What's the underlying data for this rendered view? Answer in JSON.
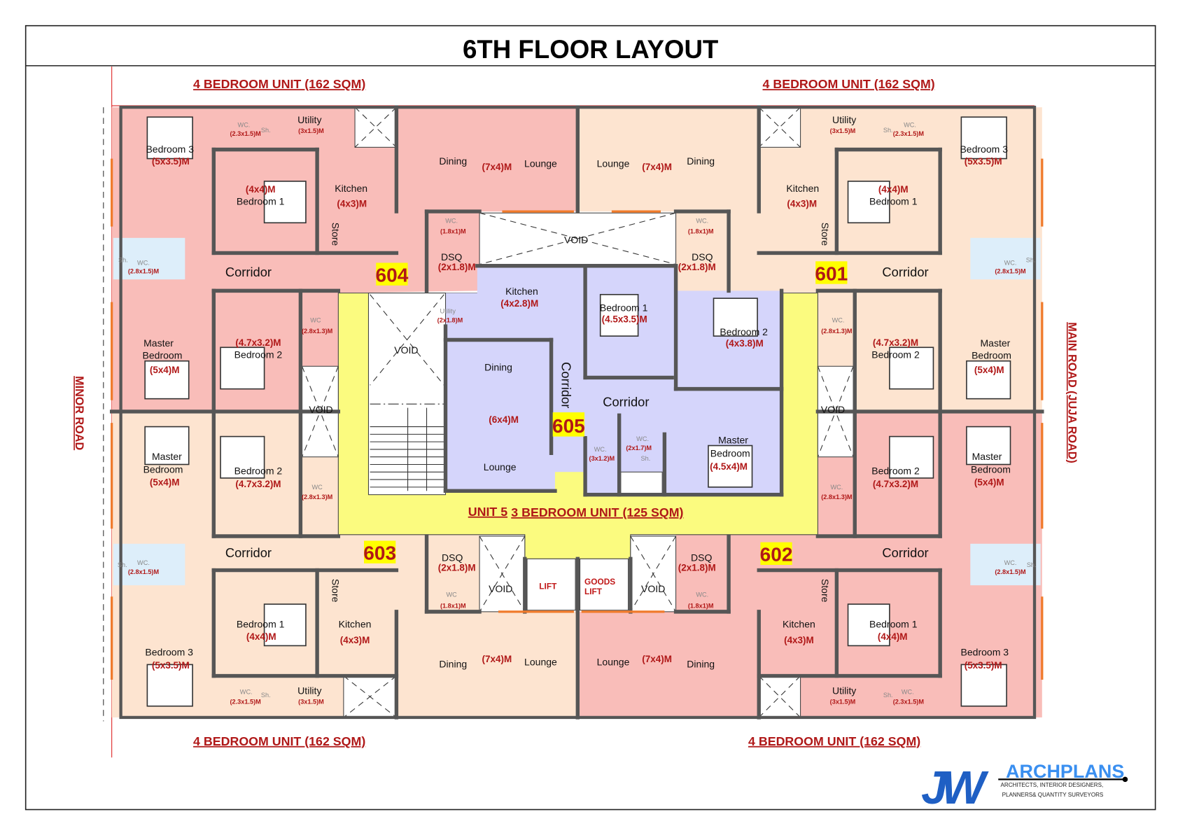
{
  "title": "6TH FLOOR LAYOUT",
  "roads": {
    "minor": "MINOR ROAD",
    "main": "MAIN ROAD (JUJA ROAD)"
  },
  "unit_headers": [
    "4 BEDROOM UNIT (162 SQM)",
    "4 BEDROOM UNIT (162 SQM)",
    "4 BEDROOM UNIT (162 SQM)",
    "4 BEDROOM UNIT (162 SQM)"
  ],
  "common": {
    "void": "VOID",
    "lift": "LIFT",
    "goods_lift_1": "GOODS",
    "goods_lift_2": "LIFT",
    "unit5": "UNIT 5",
    "unit5_desc": "3 BEDROOM UNIT (125 SQM)"
  },
  "colors": {
    "pink": "#f9bdb9",
    "peach": "#fde4d0",
    "lavender": "#d5d5fb",
    "core": "#fbfb7f",
    "bath": "#ddeefa",
    "label_red": "#b01818"
  },
  "units": {
    "u604": {
      "number": "604",
      "shower": "Sh.",
      "rooms": [
        {
          "label": "Bedroom 3",
          "size": "(5x3.5)M"
        },
        {
          "label": "WC.",
          "size": "(2.3x1.5)M"
        },
        {
          "label": "Utility",
          "size": "(3x1.5)M"
        },
        {
          "label": "Kitchen",
          "size": "(4x3)M"
        },
        {
          "label": "Bedroom 1",
          "size": "(4x4)M"
        },
        {
          "label": "Store"
        },
        {
          "label": "WC.",
          "size": "(2.8x1.5)M"
        },
        {
          "label": "Corridor"
        },
        {
          "label": "Master",
          "label2": "Bedroom",
          "size": "(5x4)M"
        },
        {
          "label": "Bedroom 2",
          "size": "(4.7x3.2)M"
        },
        {
          "label": "WC",
          "size": "(2.8x1.3)M"
        },
        {
          "label": "Dining"
        },
        {
          "label": "Lounge",
          "size": "(7x4)M"
        },
        {
          "label": "DSQ",
          "size": "(2x1.8)M"
        },
        {
          "label": "WC.",
          "size": "(1.8x1)M"
        }
      ]
    },
    "u601": {
      "number": "601",
      "shower": "Sh.",
      "rooms": [
        {
          "label": "Bedroom 3",
          "size": "(5x3.5)M"
        },
        {
          "label": "WC.",
          "size": "(2.3x1.5)M"
        },
        {
          "label": "Utility",
          "size": "(3x1.5)M"
        },
        {
          "label": "Kitchen",
          "size": "(4x3)M"
        },
        {
          "label": "Bedroom 1",
          "size": "(4x4)M"
        },
        {
          "label": "Store"
        },
        {
          "label": "WC.",
          "size": "(2.8x1.5)M"
        },
        {
          "label": "Corridor"
        },
        {
          "label": "Master",
          "label2": "Bedroom",
          "size": "(5x4)M"
        },
        {
          "label": "Bedroom 2",
          "size": "(4.7x3.2)M"
        },
        {
          "label": "WC.",
          "size": "(2.8x1.3)M"
        },
        {
          "label": "Dining"
        },
        {
          "label": "Lounge",
          "size": "(7x4)M"
        },
        {
          "label": "DSQ",
          "size": "(2x1.8)M"
        },
        {
          "label": "WC.",
          "size": "(1.8x1)M"
        }
      ]
    },
    "u603": {
      "number": "603",
      "shower": "Sh.",
      "rooms": [
        {
          "label": "Bedroom 3",
          "size": "(5x3.5)M"
        },
        {
          "label": "WC.",
          "size": "(2.3x1.5)M"
        },
        {
          "label": "Utility",
          "size": "(3x1.5)M"
        },
        {
          "label": "Kitchen",
          "size": "(4x3)M"
        },
        {
          "label": "Bedroom 1",
          "size": "(4x4)M"
        },
        {
          "label": "Store"
        },
        {
          "label": "WC.",
          "size": "(2.8x1.5)M"
        },
        {
          "label": "Corridor"
        },
        {
          "label": "Master",
          "label2": "Bedroom",
          "size": "(5x4)M"
        },
        {
          "label": "Bedroom 2",
          "size": "(4.7x3.2)M"
        },
        {
          "label": "WC",
          "size": "(2.8x1.3)M"
        },
        {
          "label": "Dining"
        },
        {
          "label": "Lounge",
          "size": "(7x4)M"
        },
        {
          "label": "DSQ",
          "size": "(2x1.8)M"
        },
        {
          "label": "WC",
          "size": "(1.8x1)M"
        }
      ]
    },
    "u602": {
      "number": "602",
      "shower": "Sh.",
      "rooms": [
        {
          "label": "Bedroom 3",
          "size": "(5x3.5)M"
        },
        {
          "label": "WC.",
          "size": "(2.3x1.5)M"
        },
        {
          "label": "Utility",
          "size": "(3x1.5)M"
        },
        {
          "label": "Kitchen",
          "size": "(4x3)M"
        },
        {
          "label": "Bedroom 1",
          "size": "(4x4)M"
        },
        {
          "label": "Store"
        },
        {
          "label": "WC.",
          "size": "(2.8x1.5)M"
        },
        {
          "label": "Corridor"
        },
        {
          "label": "Master",
          "label2": "Bedroom",
          "size": "(5x4)M"
        },
        {
          "label": "Bedroom 2",
          "size": "(4.7x3.2)M"
        },
        {
          "label": "WC.",
          "size": "(2.8x1.3)M"
        },
        {
          "label": "Dining"
        },
        {
          "label": "Lounge",
          "size": "(7x4)M"
        },
        {
          "label": "DSQ",
          "size": "(2x1.8)M"
        },
        {
          "label": "WC.",
          "size": "(1.8x1)M"
        }
      ]
    },
    "u605": {
      "number": "605",
      "shower": "Sh.",
      "rooms": [
        {
          "label": "Kitchen",
          "size": "(4x2.8)M"
        },
        {
          "label": "Utility",
          "size": "(2x1.8)M"
        },
        {
          "label": "Bedroom 1",
          "size": "(4.5x3.5)M"
        },
        {
          "label": "Bedroom 2",
          "size": "(4x3.8)M"
        },
        {
          "label": "Dining"
        },
        {
          "label": "Lounge",
          "size": "(6x4)M"
        },
        {
          "label": "Corridor"
        },
        {
          "label": "Corridor"
        },
        {
          "label": "WC.",
          "size": "(3x1.2)M"
        },
        {
          "label": "WC.",
          "size": "(2x1.7)M"
        },
        {
          "label": "Master",
          "label2": "Bedroom",
          "size": "(4.5x4)M"
        }
      ]
    }
  },
  "logo": {
    "mark": "JW",
    "name": "ARCHPLANS",
    "tagline1": "ARCHITECTS, INTERIOR DESIGNERS,",
    "tagline2": "PLANNERS& QUANTITY SURVEYORS"
  }
}
